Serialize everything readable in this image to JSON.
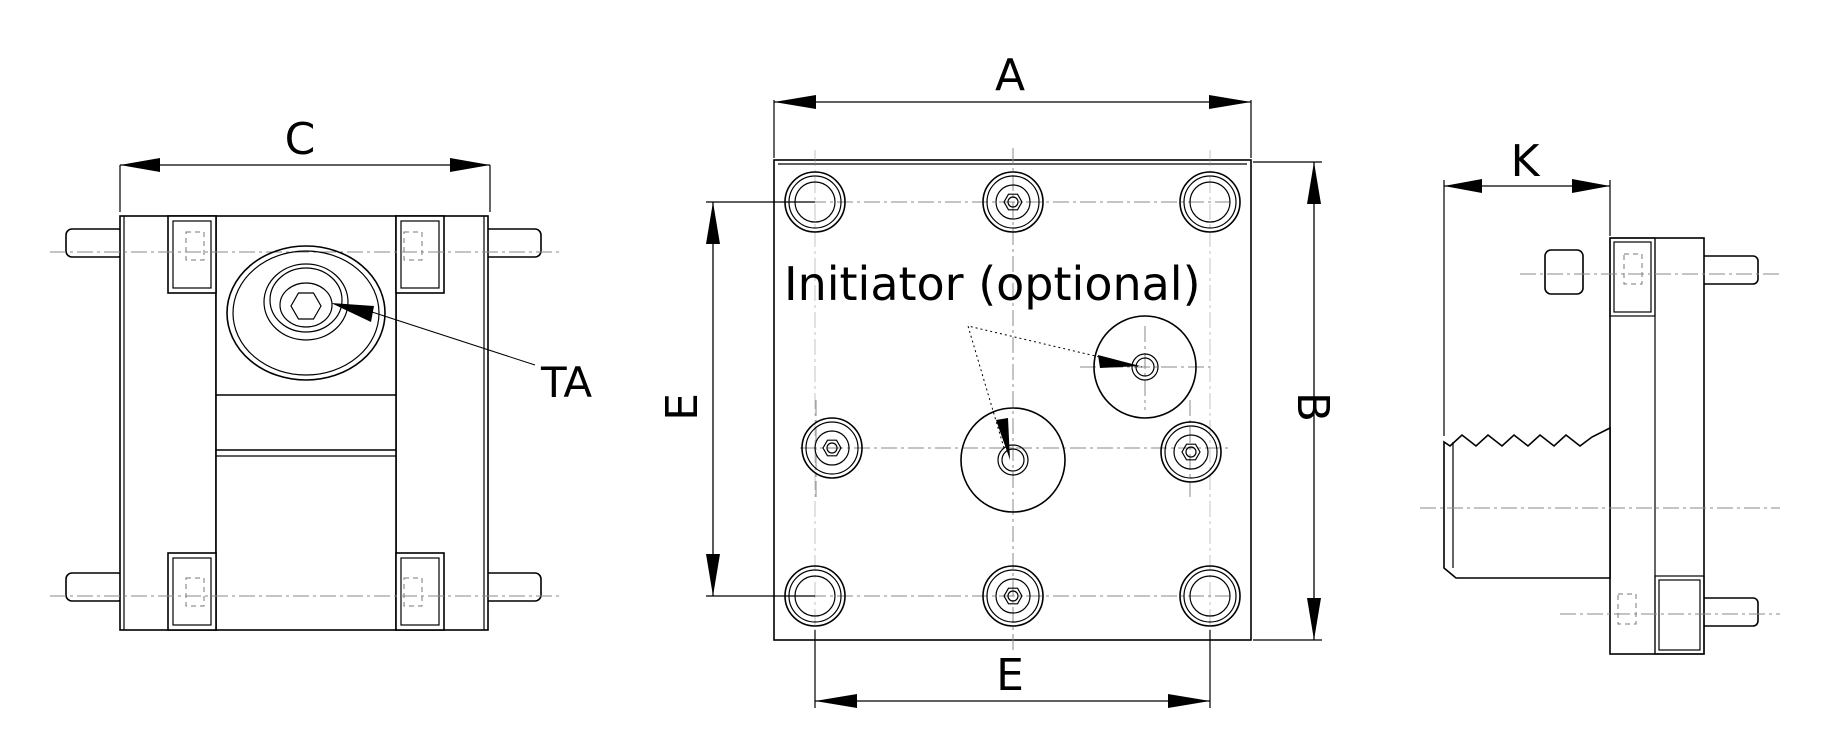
{
  "labels": {
    "dim_c": "C",
    "dim_ta": "TA",
    "dim_a": "A",
    "dim_e_vertical": "E",
    "dim_b": "B",
    "dim_e_horizontal": "E",
    "initiator": "Initiator (optional)",
    "dim_k": "K"
  }
}
